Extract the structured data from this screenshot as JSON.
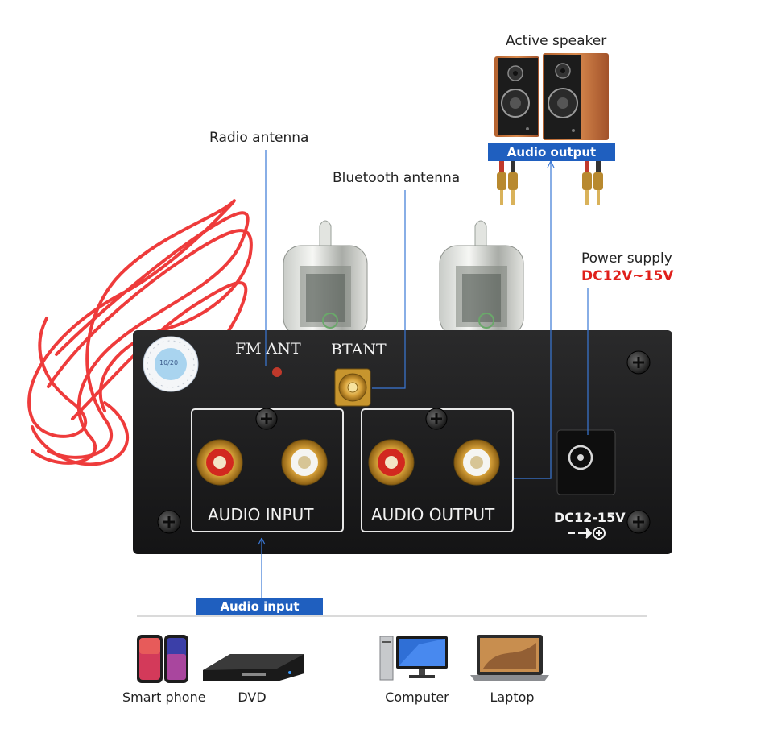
{
  "labels": {
    "active_speaker": "Active speaker",
    "audio_output_tag": "Audio output",
    "radio_antenna": "Radio antenna",
    "bluetooth_antenna": "Bluetooth antenna",
    "power_supply": "Power supply",
    "power_spec": "DC12V~15V",
    "audio_input_tag": "Audio input"
  },
  "panel": {
    "fm_ant": "FM ANT",
    "bt_ant": "BTANT",
    "audio_input": "AUDIO INPUT",
    "audio_output": "AUDIO OUTPUT",
    "dc_label": "DC12-15V",
    "seal_text": "10/20"
  },
  "devices": [
    {
      "label": "Smart phone"
    },
    {
      "label": "DVD"
    },
    {
      "label": "Computer"
    },
    {
      "label": "Laptop"
    }
  ],
  "colors": {
    "tag_blue": "#1f5fbf",
    "power_red": "#e0201b",
    "wire_red": "#ee3b3b",
    "panel_black": "#1b1b1c",
    "pointer_line": "#3a78d6"
  }
}
